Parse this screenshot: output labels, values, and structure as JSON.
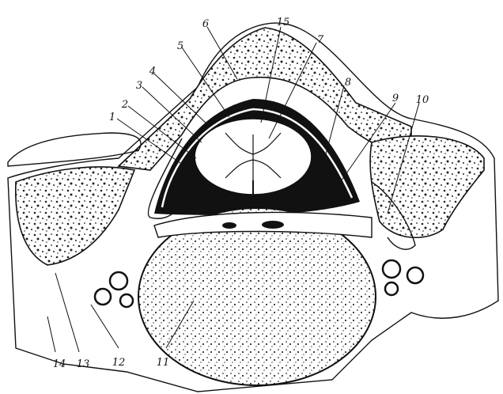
{
  "labels": {
    "l1": "1",
    "l2": "2",
    "l3": "3",
    "l4": "4",
    "l5": "5",
    "l6": "6",
    "l7": "7",
    "l8": "8",
    "l9": "9",
    "l10": "10",
    "l11": "11",
    "l12": "12",
    "l13": "13",
    "l14": "14",
    "l15": "15"
  },
  "colors": {
    "ink": "#111111",
    "paper": "#ffffff"
  }
}
